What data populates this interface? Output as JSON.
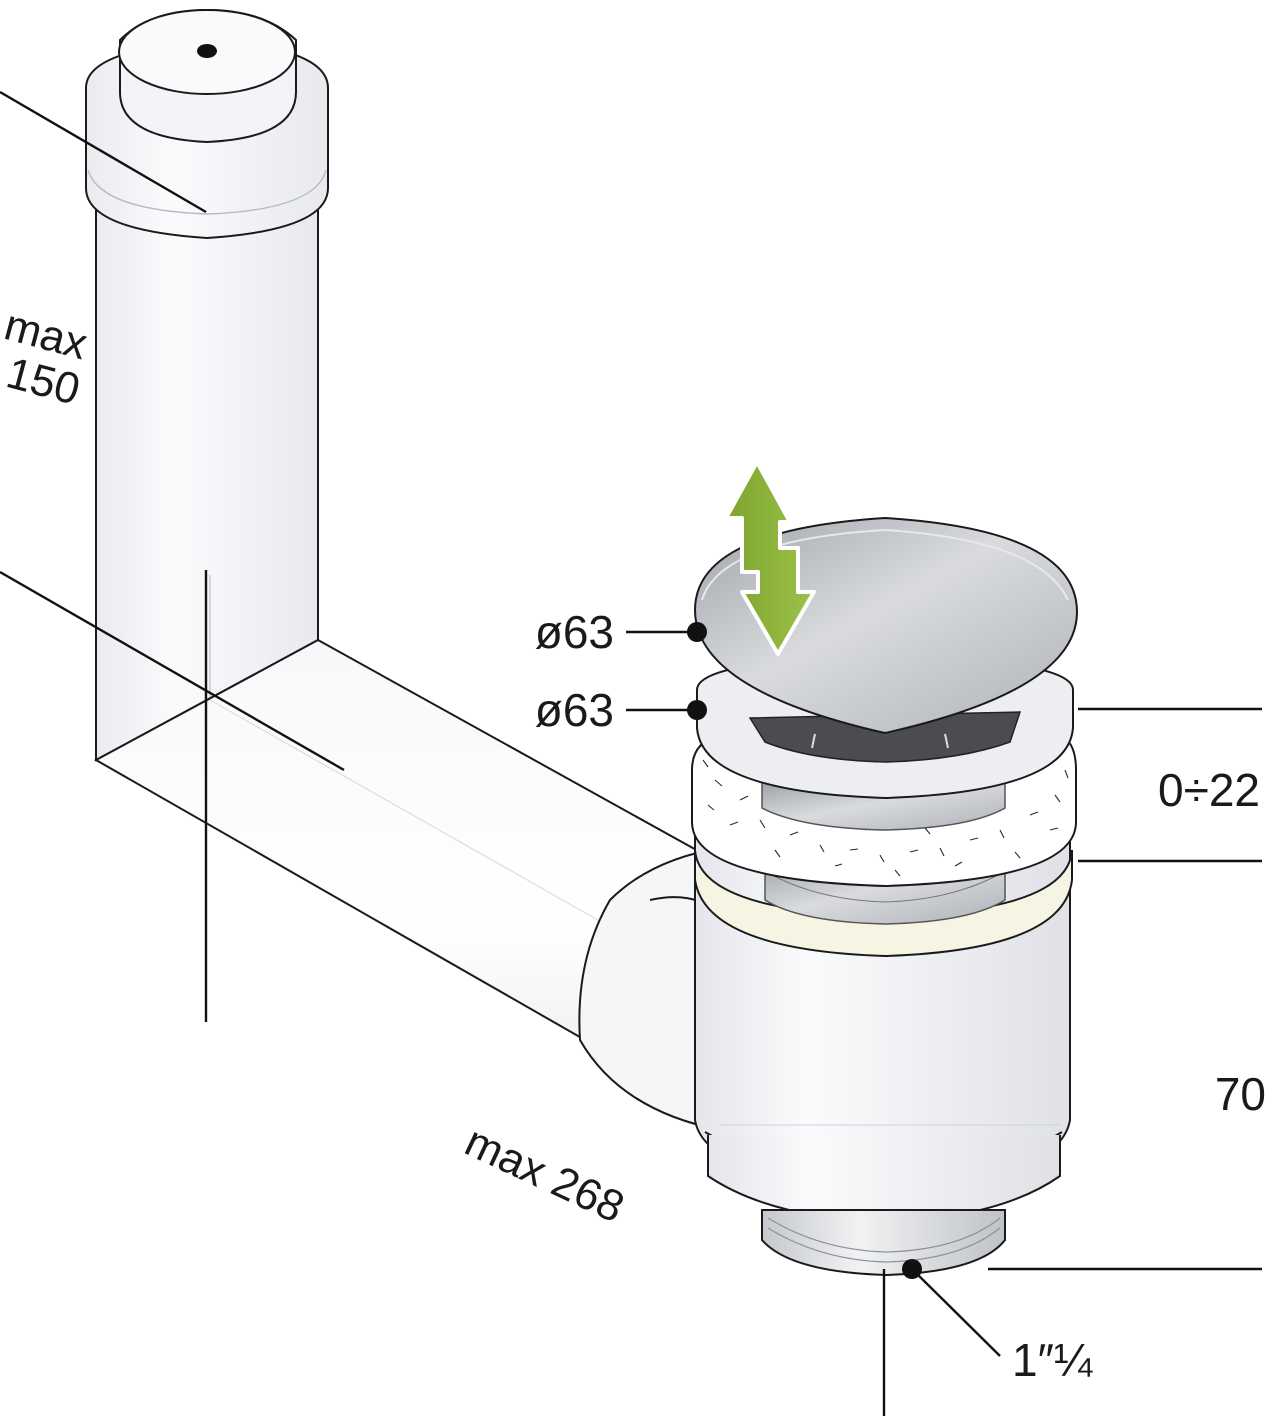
{
  "labels": {
    "vertical_pipe_top": "max",
    "vertical_pipe_bottom": "150",
    "horizontal_pipe": "max 268",
    "cap_diameter": "ø63",
    "flange_diameter": "ø63",
    "adjust_range": "0÷22",
    "body_height": "70",
    "thread": "1″¼"
  },
  "icons": {
    "push_arrow": "up-down-arrow-icon"
  },
  "colors": {
    "arrow": "#8db33a",
    "pipe": "#f4f5f8",
    "chrome": "#b9bcc1",
    "gasket": "#f6f4e2"
  }
}
